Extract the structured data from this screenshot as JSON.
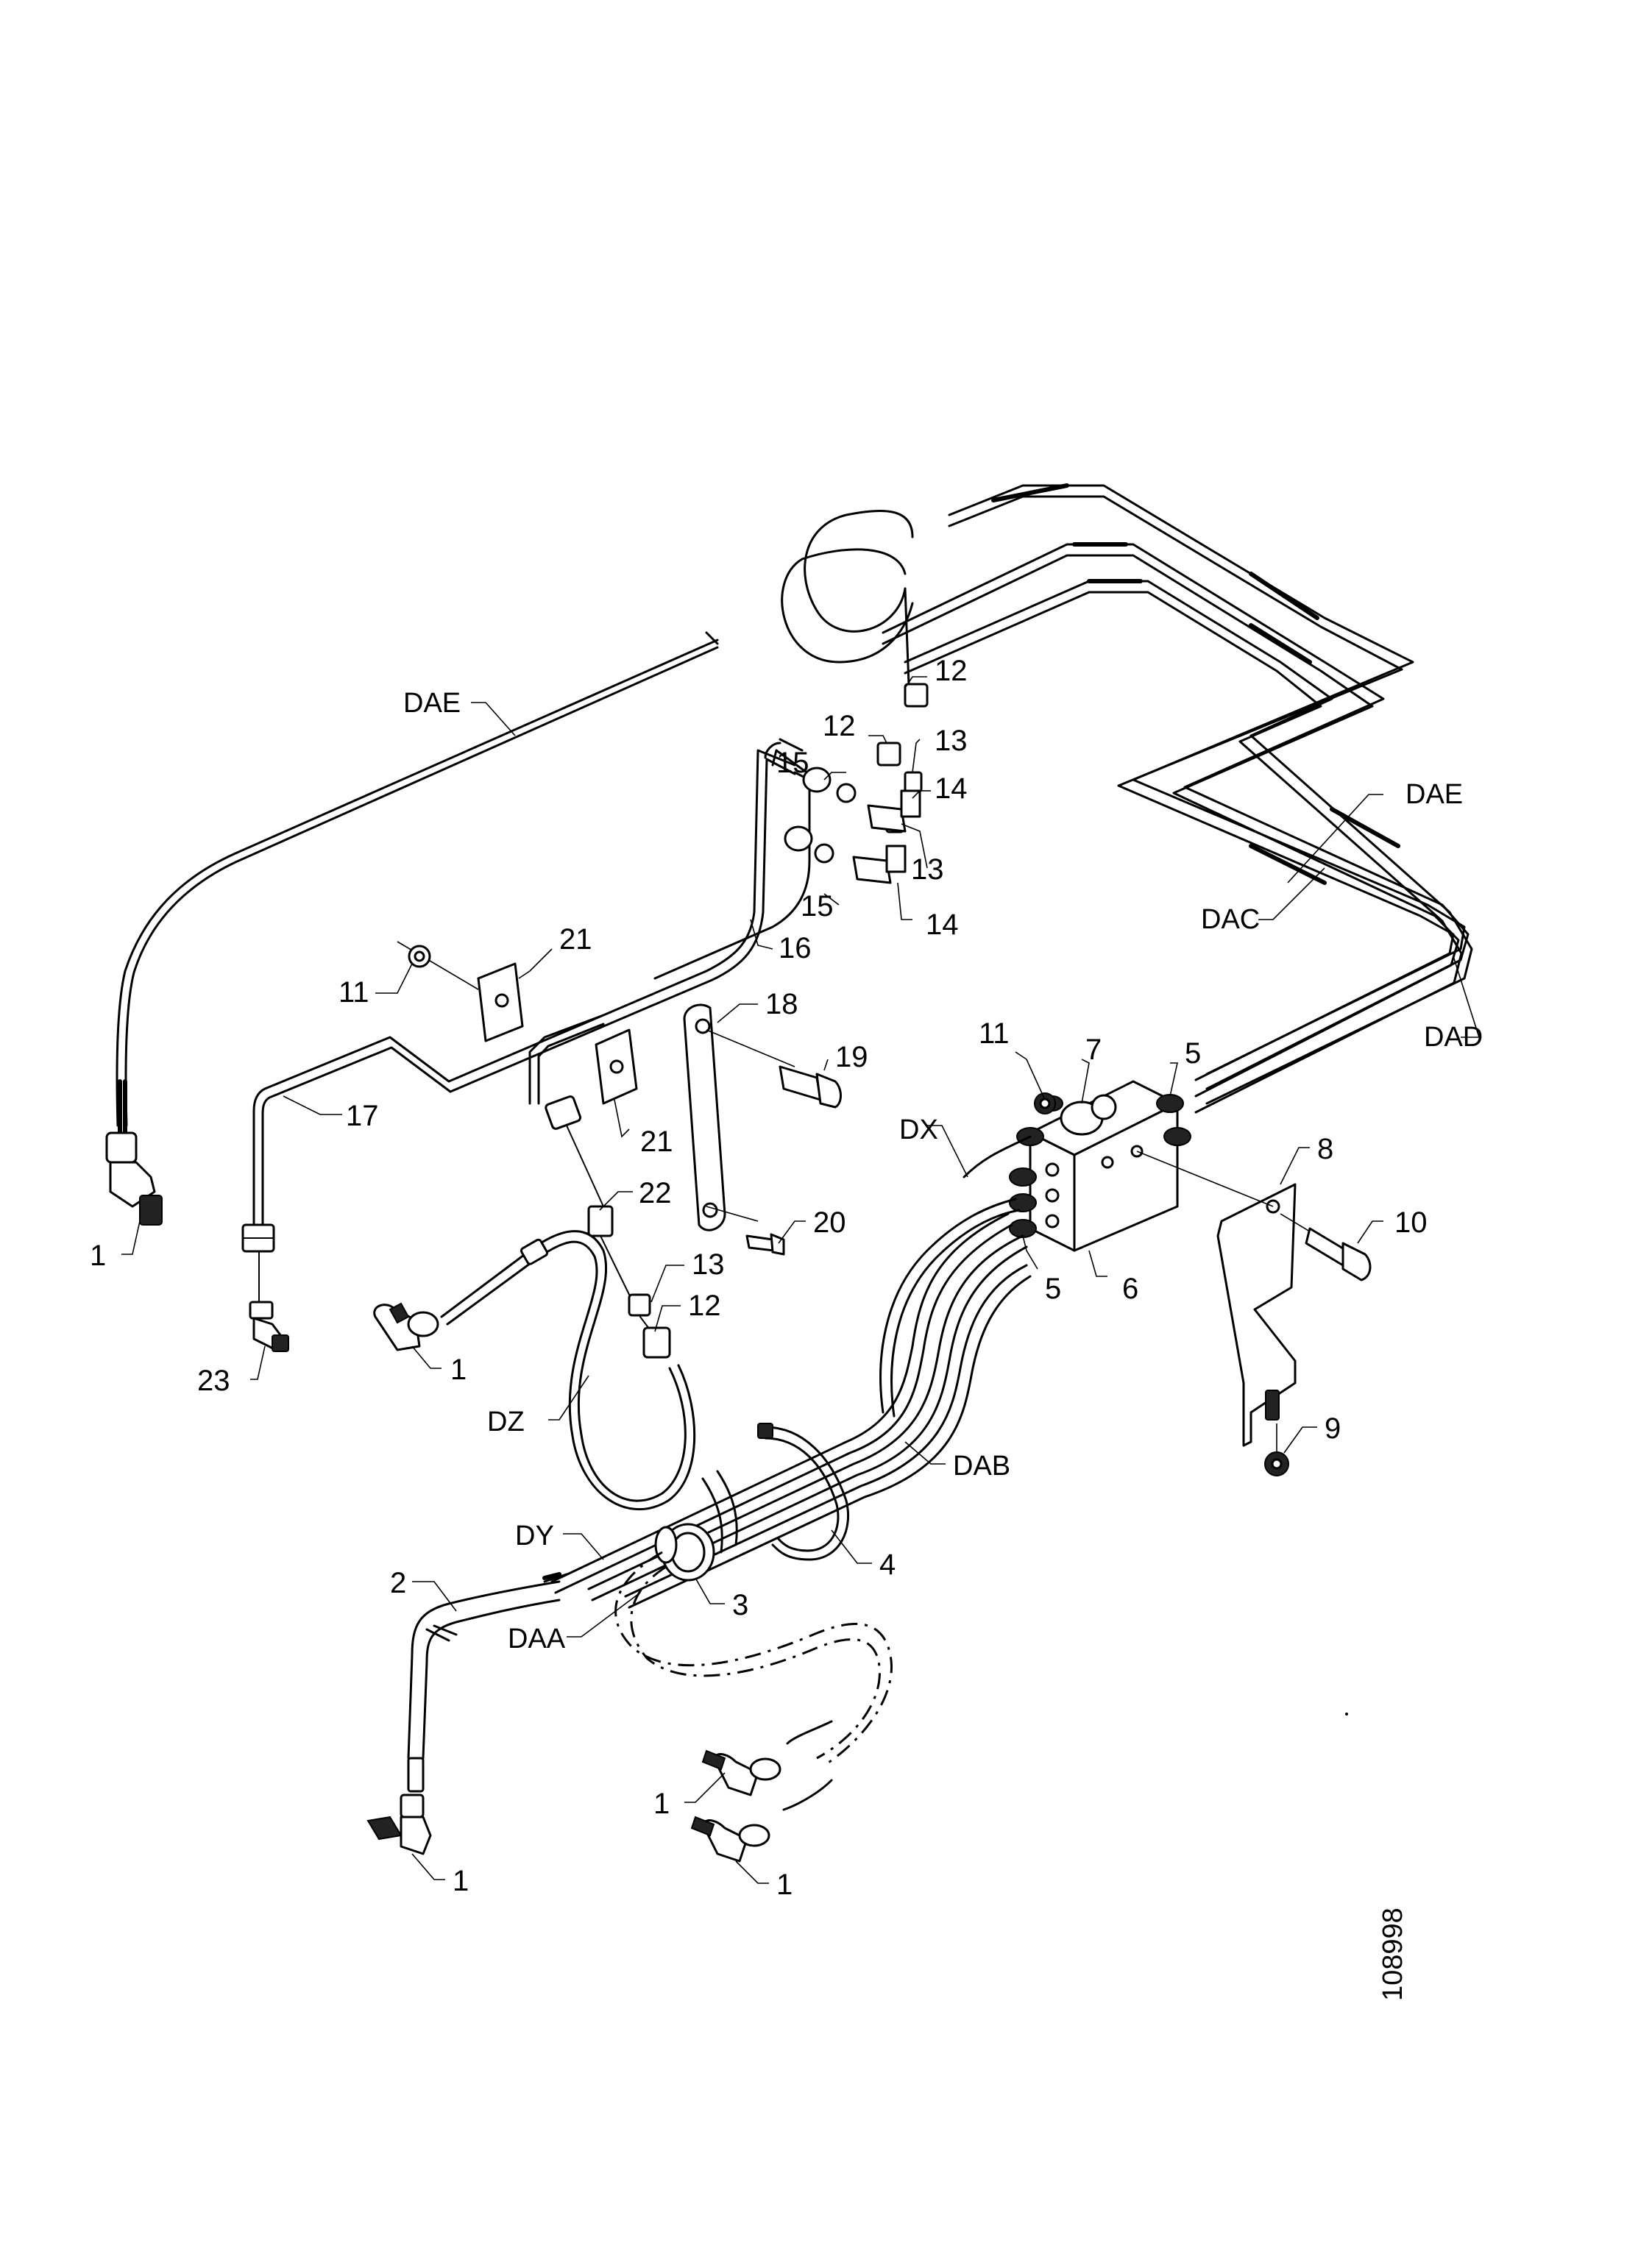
{
  "callouts": {
    "c1a": "1",
    "c1b": "1",
    "c1c": "1",
    "c1d": "1",
    "c1e": "1",
    "c2": "2",
    "c3": "3",
    "c4": "4",
    "c5a": "5",
    "c5b": "5",
    "c6": "6",
    "c7": "7",
    "c8": "8",
    "c9": "9",
    "c10": "10",
    "c11a": "11",
    "c11b": "11",
    "c12a": "12",
    "c12b": "12",
    "c12c": "12",
    "c13a": "13",
    "c13b": "13",
    "c13c": "13",
    "c14a": "14",
    "c14b": "14",
    "c15a": "15",
    "c15b": "15",
    "c16": "16",
    "c17": "17",
    "c18": "18",
    "c19": "19",
    "c20": "20",
    "c21a": "21",
    "c21b": "21",
    "c22": "22",
    "c23": "23"
  },
  "lines": {
    "dae_left": "DAE",
    "dae_right": "DAE",
    "dac": "DAC",
    "dad": "DAD",
    "dab": "DAB",
    "daa": "DAA",
    "dx": "DX",
    "dy": "DY",
    "dz": "DZ"
  },
  "drawing_number": "108998"
}
